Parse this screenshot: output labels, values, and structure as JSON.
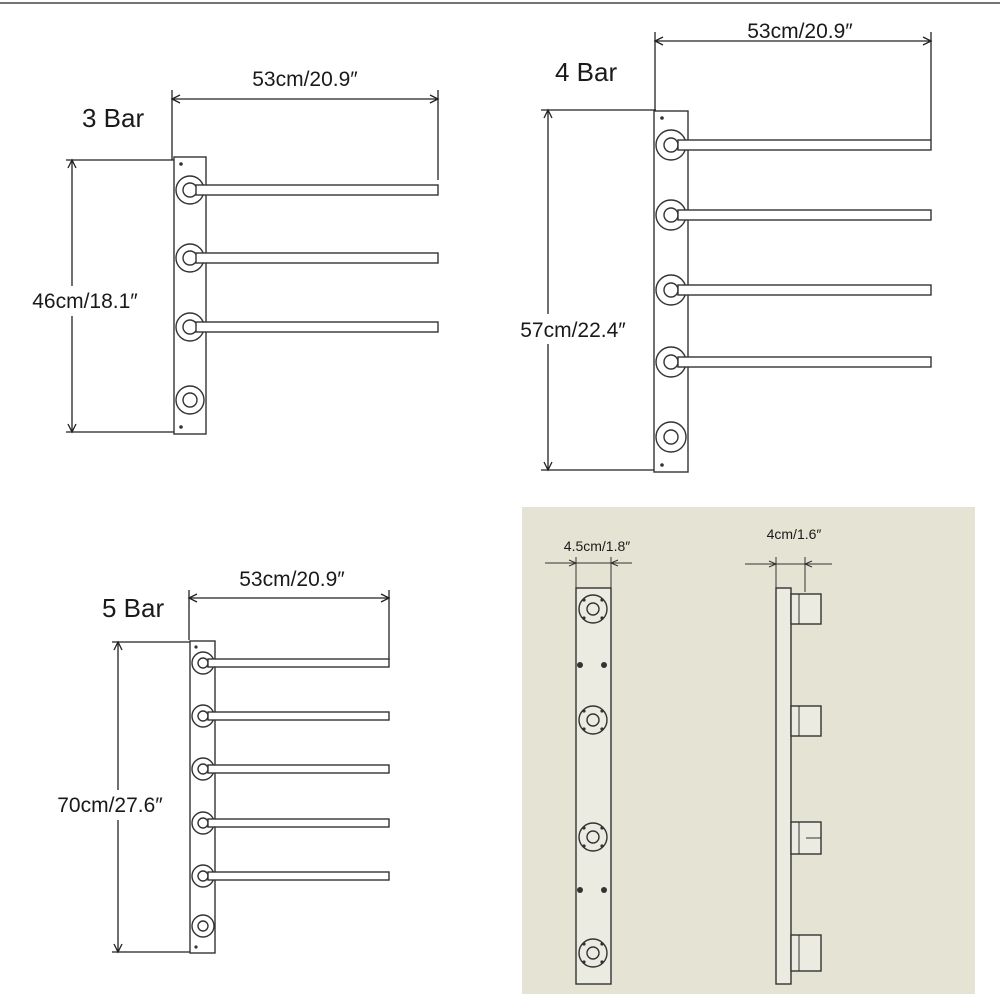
{
  "colors": {
    "background": "#ffffff",
    "line": "#222222",
    "panel_background": "#e4e3d4"
  },
  "variants": [
    {
      "id": "three-bar",
      "title": "3 Bar",
      "width_label": "53cm/20.9″",
      "height_label": "46cm/18.1″",
      "bars": 3,
      "mounts": 4
    },
    {
      "id": "four-bar",
      "title": "4 Bar",
      "width_label": "53cm/20.9″",
      "height_label": "57cm/22.4″",
      "bars": 4,
      "mounts": 5
    },
    {
      "id": "five-bar",
      "title": "5 Bar",
      "width_label": "53cm/20.9″",
      "height_label": "70cm/27.6″",
      "bars": 5,
      "mounts": 6
    }
  ],
  "detail_panel": {
    "front_width_label": "4.5cm/1.8″",
    "side_depth_label": "4cm/1.6″"
  }
}
